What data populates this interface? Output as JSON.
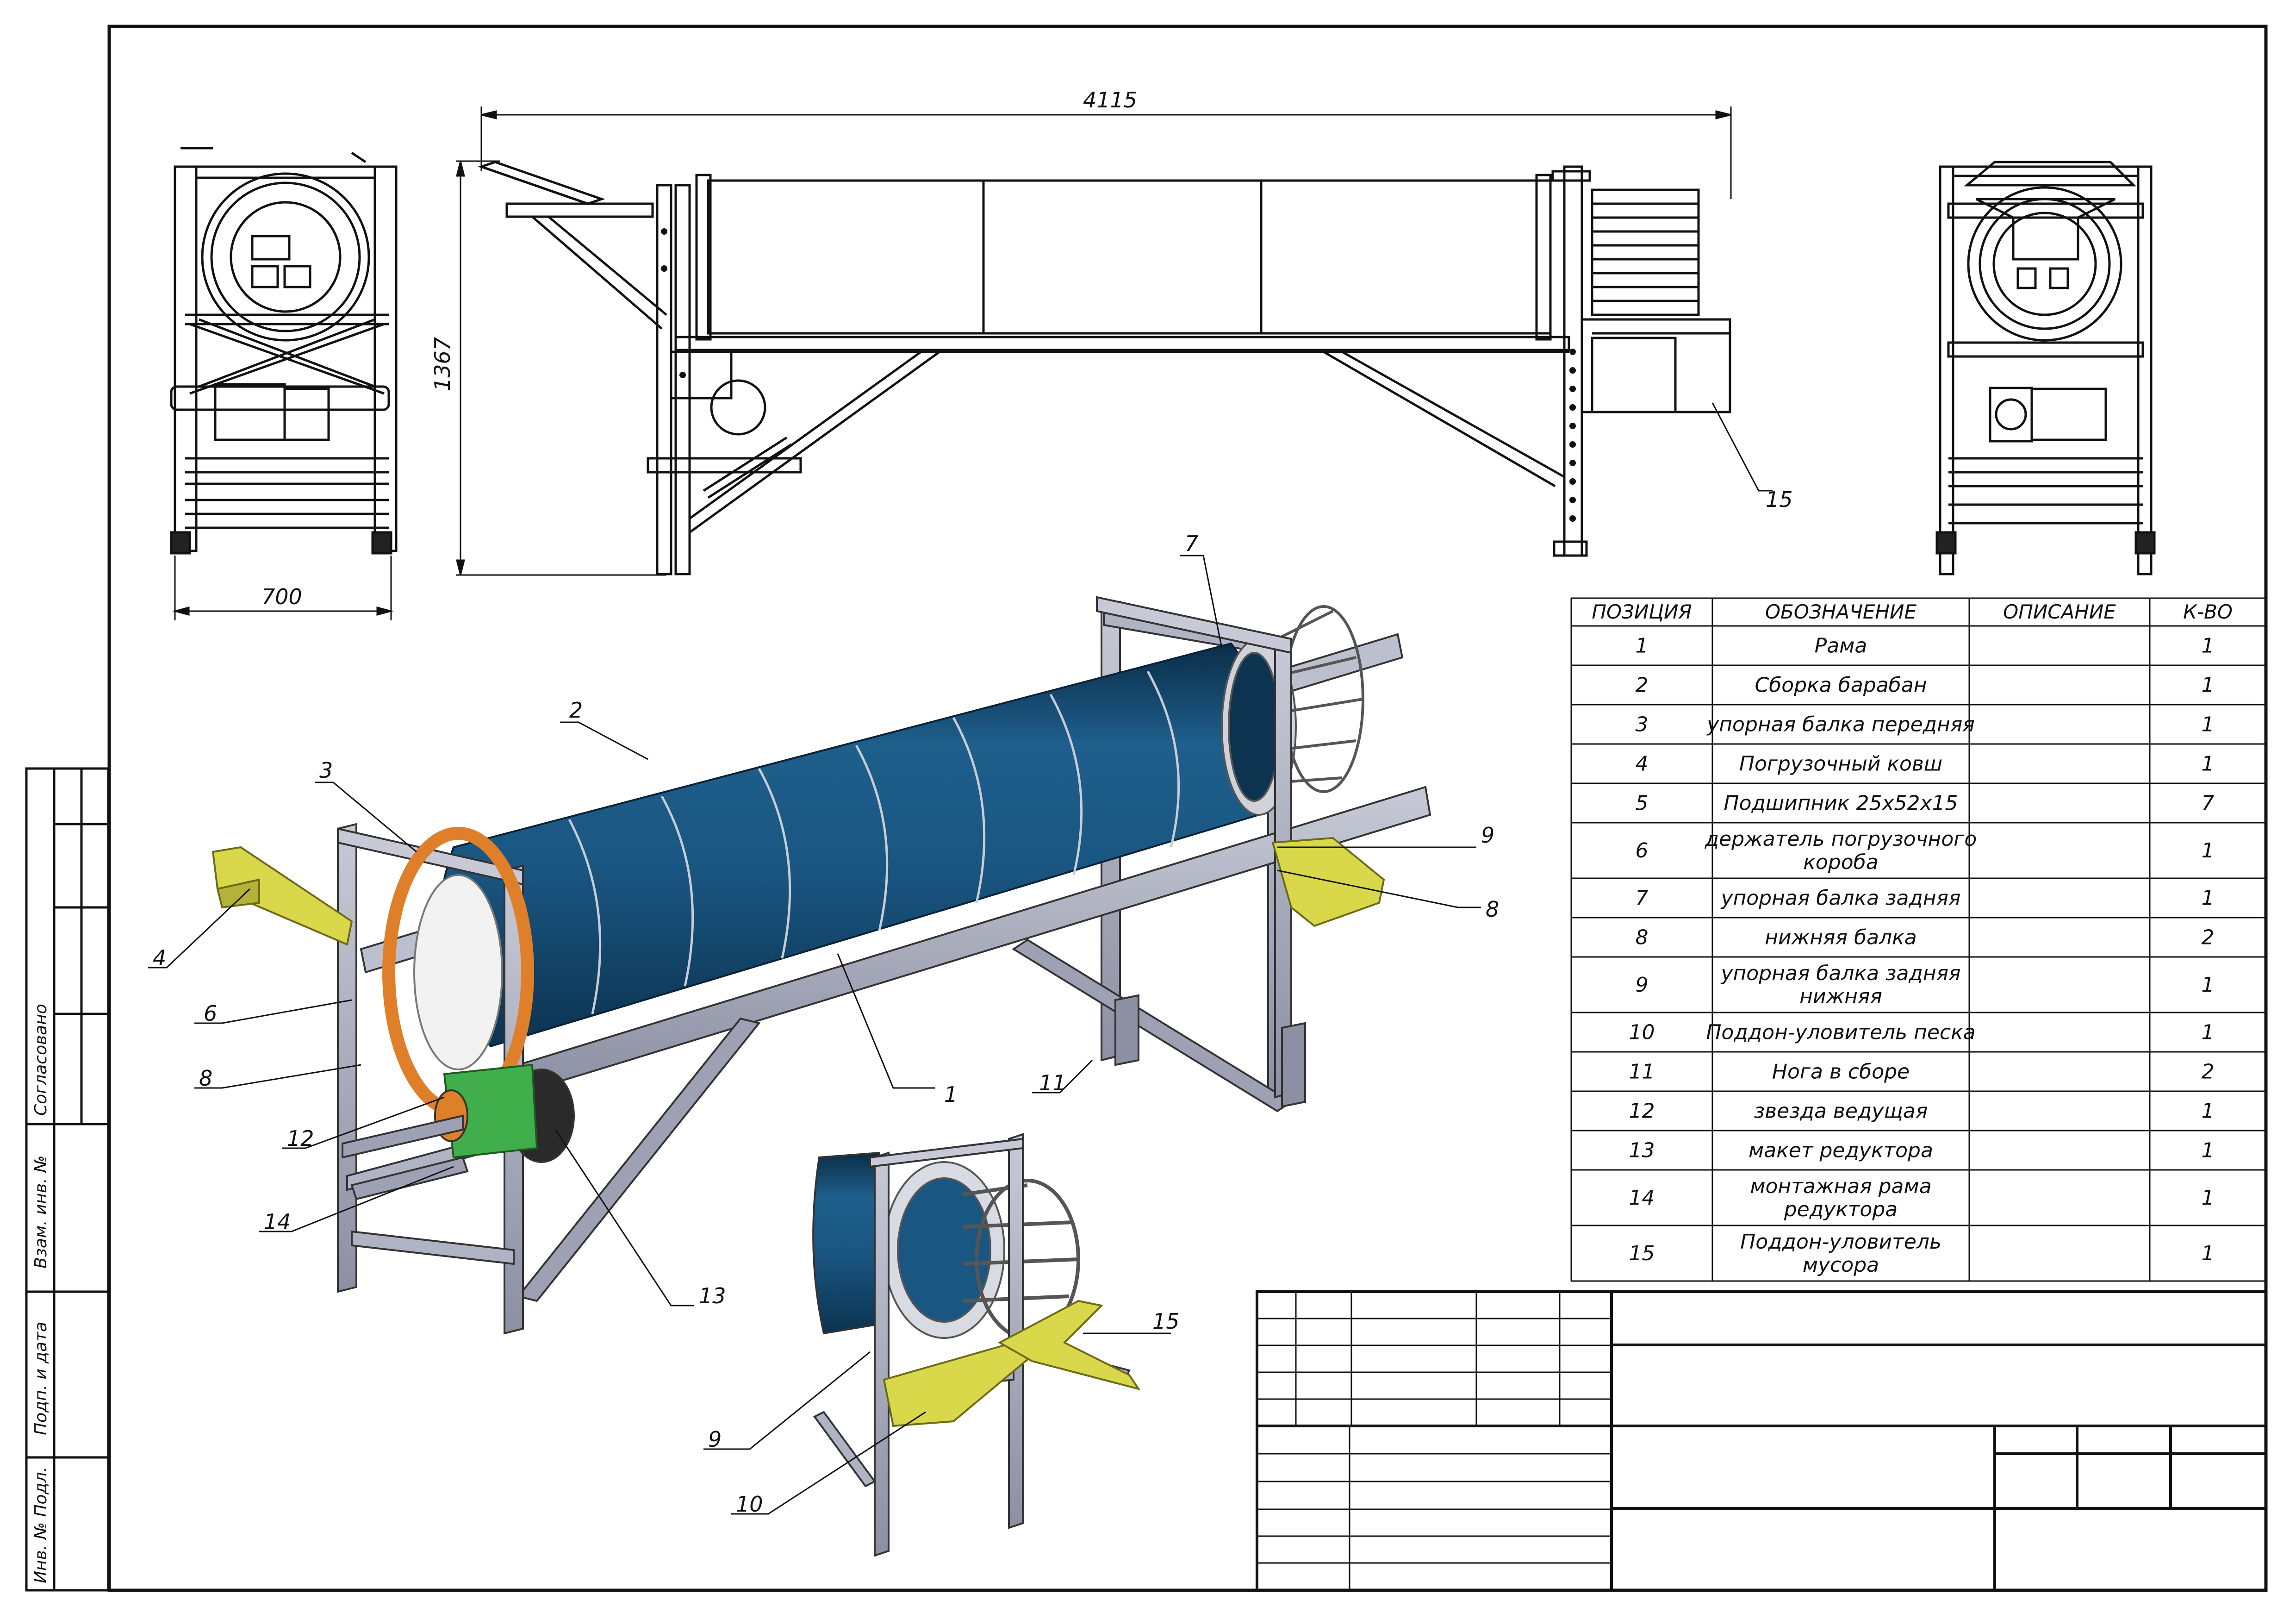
{
  "dimensions": {
    "overall_length": "4115",
    "height": "1367",
    "width": "700"
  },
  "callouts": [
    "1",
    "2",
    "3",
    "4",
    "6",
    "7",
    "8",
    "8",
    "9",
    "9",
    "10",
    "11",
    "12",
    "13",
    "14",
    "15",
    "15"
  ],
  "side_labels": {
    "agreed": "Согласовано",
    "inv_replace": "Взам. инв. №",
    "sign_date": "Подп. и дата",
    "inv_orig": "Инв. № Подл."
  },
  "table": {
    "headers": [
      "ПОЗИЦИЯ",
      "ОБОЗНАЧЕНИЕ",
      "ОПИСАНИЕ",
      "К-ВО"
    ],
    "rows": [
      {
        "pos": "1",
        "name": [
          "Рама"
        ],
        "desc": "",
        "qty": "1"
      },
      {
        "pos": "2",
        "name": [
          "Сборка барабан"
        ],
        "desc": "",
        "qty": "1"
      },
      {
        "pos": "3",
        "name": [
          "упорная балка передняя"
        ],
        "desc": "",
        "qty": "1"
      },
      {
        "pos": "4",
        "name": [
          "Погрузочный ковш"
        ],
        "desc": "",
        "qty": "1"
      },
      {
        "pos": "5",
        "name": [
          "Подшипник 25x52x15"
        ],
        "desc": "",
        "qty": "7"
      },
      {
        "pos": "6",
        "name": [
          "держатель погрузочного",
          "короба"
        ],
        "desc": "",
        "qty": "1"
      },
      {
        "pos": "7",
        "name": [
          "упорная балка задняя"
        ],
        "desc": "",
        "qty": "1"
      },
      {
        "pos": "8",
        "name": [
          "нижняя балка"
        ],
        "desc": "",
        "qty": "2"
      },
      {
        "pos": "9",
        "name": [
          "упорная балка задняя",
          "нижняя"
        ],
        "desc": "",
        "qty": "1"
      },
      {
        "pos": "10",
        "name": [
          "Поддон-уловитель песка"
        ],
        "desc": "",
        "qty": "1"
      },
      {
        "pos": "11",
        "name": [
          "Нога в сборе"
        ],
        "desc": "",
        "qty": "2"
      },
      {
        "pos": "12",
        "name": [
          "звезда ведущая"
        ],
        "desc": "",
        "qty": "1"
      },
      {
        "pos": "13",
        "name": [
          "макет редуктора"
        ],
        "desc": "",
        "qty": "1"
      },
      {
        "pos": "14",
        "name": [
          "монтажная рама",
          "редуктора"
        ],
        "desc": "",
        "qty": "1"
      },
      {
        "pos": "15",
        "name": [
          "Поддон-уловитель",
          "мусора"
        ],
        "desc": "",
        "qty": "1"
      }
    ]
  },
  "colors": {
    "line": "#111111",
    "drum": "#1d5a86",
    "drum_dark": "#0d3552",
    "frame": "#a9adbd",
    "frame_dark": "#6c7083",
    "tray": "#d8d84a",
    "gear": "#e07f2a",
    "motor": "#3fae4b"
  }
}
